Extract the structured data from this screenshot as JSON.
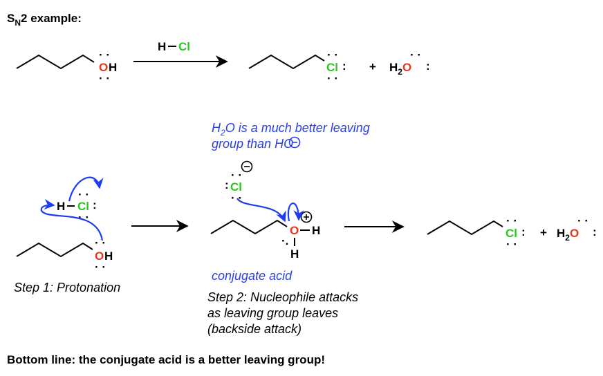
{
  "heading": {
    "s": "S",
    "n": "N",
    "rest": "2 example:"
  },
  "atoms": {
    "O": "O",
    "H": "H",
    "Cl": "Cl",
    "H2O_h": "H",
    "H2O_2": "2",
    "H2O_o": "O"
  },
  "reagent": {
    "h": "H",
    "dash": "–",
    "cl": "Cl"
  },
  "plus": "+",
  "note_h2o": {
    "h": "H",
    "sub": "2",
    "rest1": "O is a much better leaving",
    "line2": "group than HO"
  },
  "labels": {
    "conjugate_acid": "conjugate acid",
    "step1": "Step 1: Protonation",
    "step2_line1": "Step 2: Nucleophile attacks",
    "step2_line2": "as leaving group leaves",
    "step2_line3": "(backside attack)"
  },
  "bottom_line": "Bottom line: the conjugate acid is a better leaving group!",
  "colors": {
    "oxygen": "#e8361c",
    "chlorine": "#28c81e",
    "arrow": "#1d3cf0",
    "note": "#2b3fe6",
    "ink": "#000000"
  }
}
